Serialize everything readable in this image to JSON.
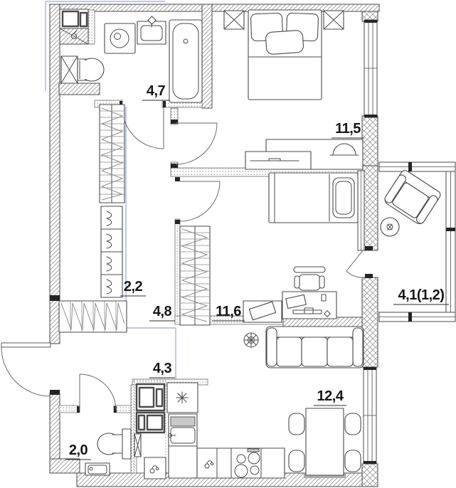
{
  "plan": {
    "type": "apartment-floor-plan",
    "rooms": [
      {
        "name": "bathroom",
        "area_label": "4,7"
      },
      {
        "name": "bedroom",
        "area_label": "11,5"
      },
      {
        "name": "wardrobe",
        "area_label": "2,2"
      },
      {
        "name": "hallway",
        "area_label": "4,8"
      },
      {
        "name": "bedroom-2",
        "area_label": "11,6"
      },
      {
        "name": "balcony",
        "area_label": "4,1(1,2)"
      },
      {
        "name": "kitchen-niche",
        "area_label": "4,3"
      },
      {
        "name": "kitchen-living",
        "area_label": "12,4"
      },
      {
        "name": "wc",
        "area_label": "2,0"
      }
    ],
    "colors": {
      "paper": "#ffffff",
      "linework": "#4a4a4a",
      "hatch": "#9b9b9b",
      "zone_line": "#9aa4ee",
      "label_text": "#161616"
    }
  }
}
